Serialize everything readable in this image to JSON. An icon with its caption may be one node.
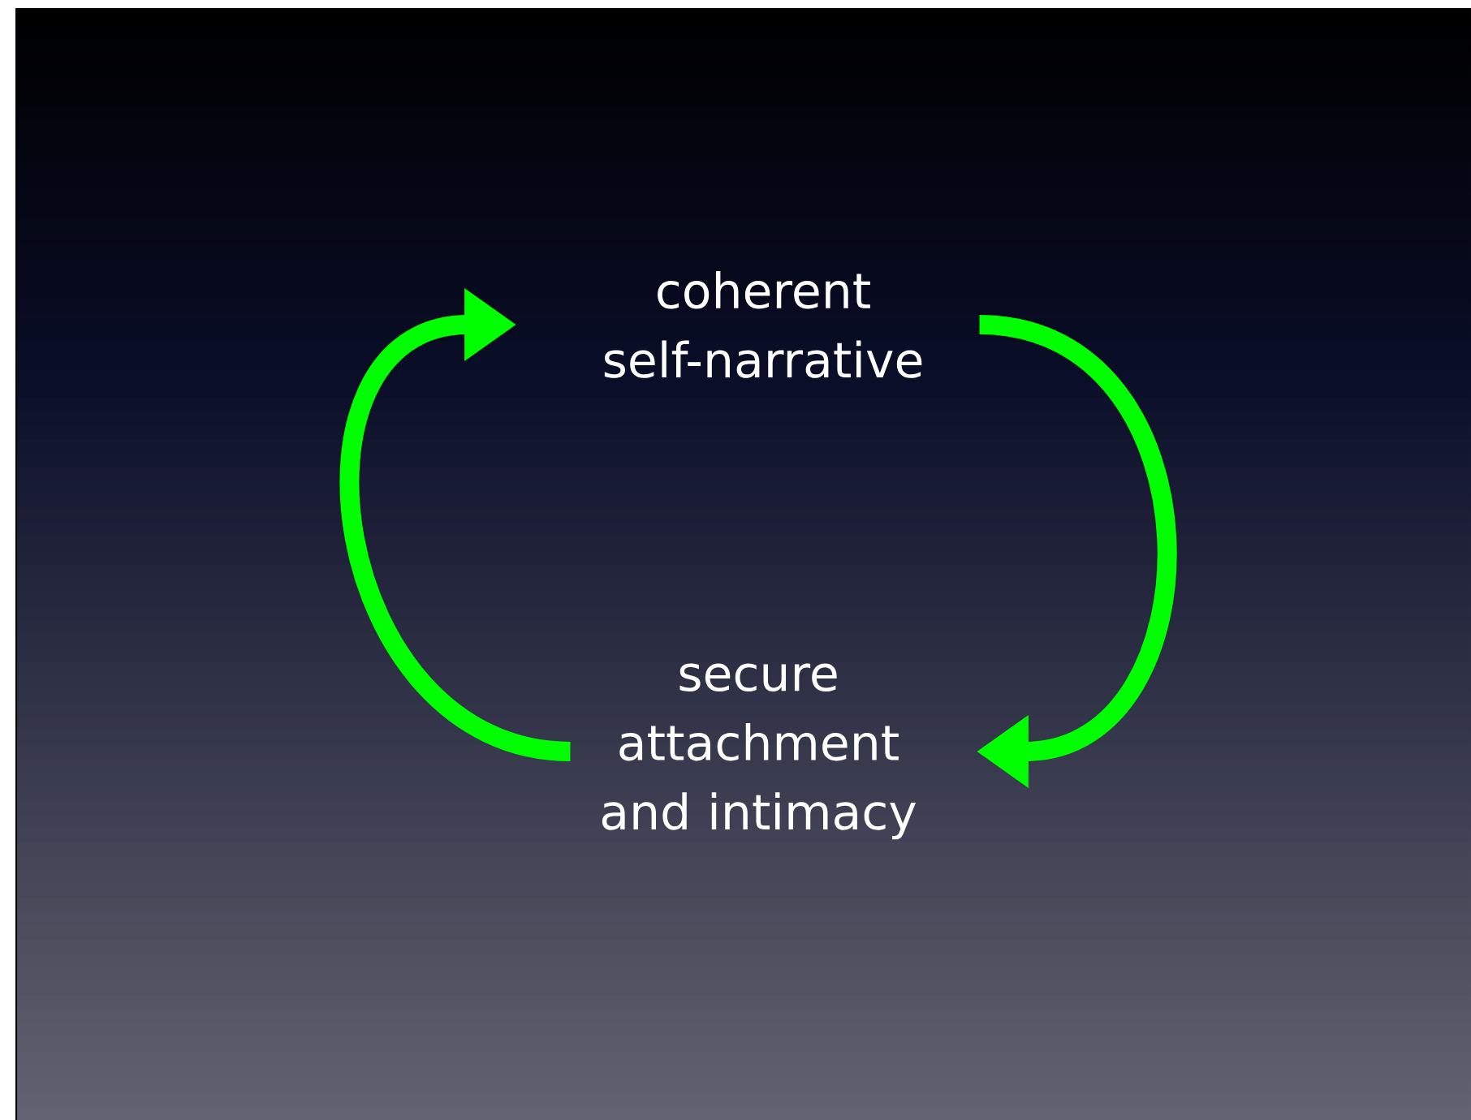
{
  "diagram": {
    "nodes": [
      {
        "text": [
          "coherent self-narrative"
        ]
      },
      {
        "text": [
          "secure attachment and intimacy"
        ]
      }
    ],
    "edges": [
      {
        "from": 0,
        "to": 1,
        "arrow": "to"
      },
      {
        "from": 1,
        "to": 0,
        "arrow": "to"
      }
    ]
  }
}
